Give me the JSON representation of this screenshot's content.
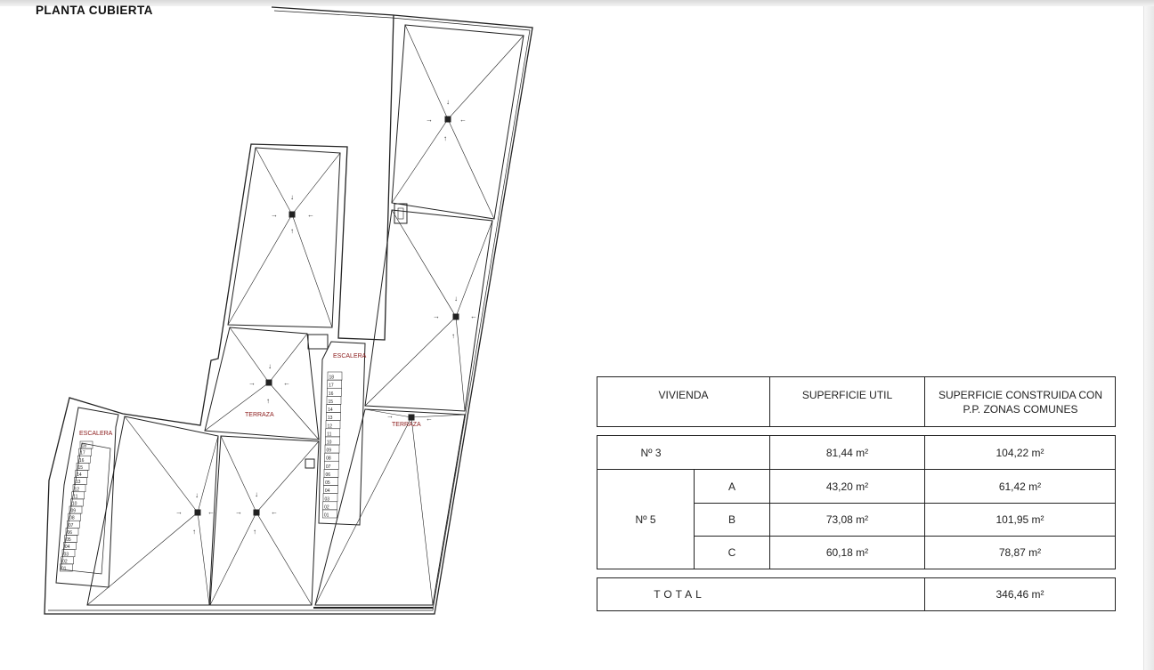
{
  "plan": {
    "title": "PLANTA CUBIERTA",
    "labels": {
      "escalera_left": "ESCALERA",
      "escalera_right": "ESCALERA",
      "terraza_left": "TERRAZA",
      "terraza_right": "TERRAZA"
    },
    "stair_steps_right": [
      "18",
      "17",
      "16",
      "15",
      "14",
      "13",
      "12",
      "11",
      "10",
      "09",
      "08",
      "07",
      "06",
      "05",
      "04",
      "03",
      "02",
      "01"
    ],
    "stair_steps_left": [
      "18",
      "17",
      "16",
      "15",
      "14",
      "13",
      "12",
      "11",
      "10",
      "09",
      "08",
      "07",
      "06",
      "05",
      "04",
      "03",
      "02",
      "01"
    ]
  },
  "table": {
    "headers": {
      "vivienda": "VIVIENDA",
      "util": "SUPERFICIE  UTIL",
      "construida_line1": "SUPERFICIE  CONSTRUIDA CON",
      "construida_line2": "P.P. ZONAS COMUNES"
    },
    "unit": "m²",
    "rows": [
      {
        "vivienda": "Nº 3",
        "sub": "",
        "util": "81,44 m²",
        "construida": "104,22 m²"
      },
      {
        "vivienda": "Nº 5",
        "sub": "A",
        "util": "43,20 m²",
        "construida": "61,42 m²"
      },
      {
        "vivienda": "",
        "sub": "B",
        "util": "73,08 m²",
        "construida": "101,95 m²"
      },
      {
        "vivienda": "",
        "sub": "C",
        "util": "60,18 m²",
        "construida": "78,87 m²"
      }
    ],
    "total": {
      "label": "TOTAL",
      "value": "346,46 m²"
    }
  }
}
